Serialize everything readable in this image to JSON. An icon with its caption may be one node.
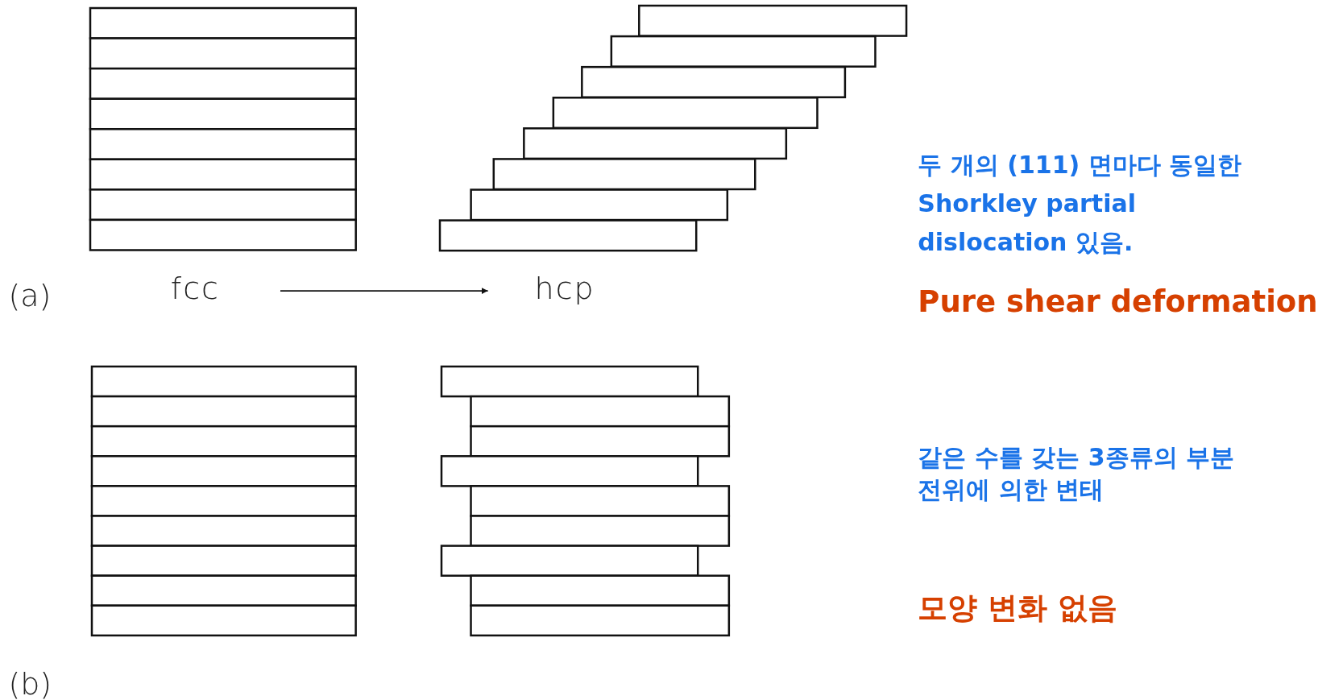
{
  "diagram": {
    "nodes": [
      {
        "text": [
          "fcc"
        ]
      },
      {
        "text": [
          "hcp"
        ]
      }
    ],
    "edges": [
      {
        "from": 0,
        "to": 1,
        "arrow": "to"
      }
    ],
    "labels": [
      "(a)",
      "두 개의 (111) 면마다 동일한 Shorkley partial dislocation 있음.",
      "Pure shear deformation",
      "같은 수를 갖는 3종류의 부분전위에 의한 변태",
      "모양 변화 없음",
      "(b)"
    ]
  }
}
